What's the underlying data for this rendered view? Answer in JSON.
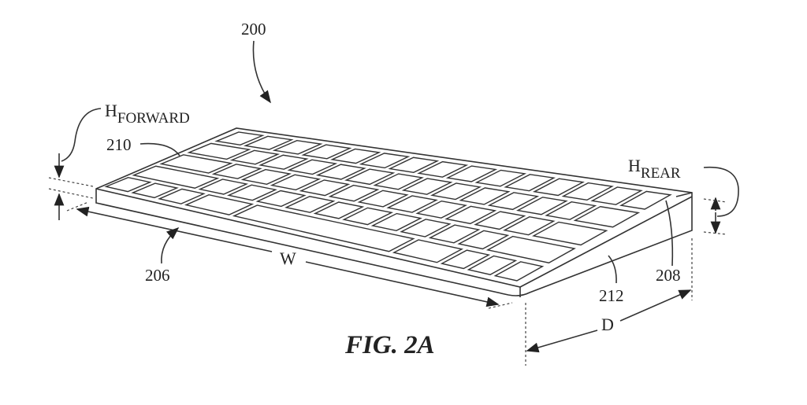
{
  "figure": {
    "caption": "FIG. 2A",
    "reference_numerals": {
      "device": "200",
      "front_edge": "206",
      "rear_edge": "208",
      "key_surface": "210",
      "side_surface": "212"
    },
    "dimensions": {
      "h_forward_main": "H",
      "h_forward_sub": "FORWARD",
      "h_rear_main": "H",
      "h_rear_sub": "REAR",
      "width": "W",
      "depth": "D"
    }
  }
}
